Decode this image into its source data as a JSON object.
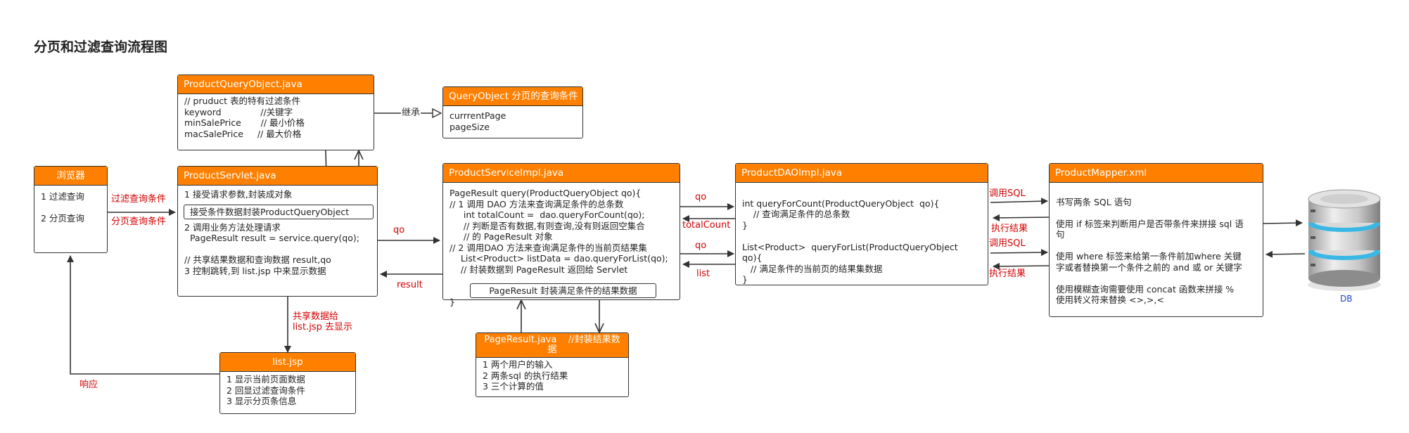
{
  "title": "分页和过滤查询流程图",
  "boxes": {
    "browser": {
      "header": "浏览器",
      "body": "1 过滤查询\n\n2 分页查询"
    },
    "pqo": {
      "header": "ProductQueryObject.java",
      "body": "// pruduct 表的特有过滤条件\nkeyword              //关键字\nminSalePrice       // 最小价格\nmacSalePrice     // 最大价格"
    },
    "qo": {
      "header": "QueryObject 分页的查询条件",
      "body": "currrentPage\npageSize"
    },
    "servlet": {
      "header": "ProductServlet.java",
      "body": "1 接受请求参数,封装成对象\n\n\n2 调用业务方法处理请求\n  PageResult result = service.query(qo);\n\n// 共享结果数据和查询数据 result,qo\n3 控制跳转,到 list.jsp 中来显示数据",
      "inner": "接受条件数据封装ProductQueryObject"
    },
    "service": {
      "header": "ProductServiceImpl.java",
      "body": "PageResult query(ProductQueryObject qo){\n// 1 调用 DAO 方法来查询满足条件的总条数\n     int totalCount =  dao.queryForCount(qo);\n     // 判断是否有数据,有则查询,没有则返回空集合\n     // 的 PageResult 对象\n// 2 调用DAO 方法来查询满足条件的当前页结果集\n    List<Product> listData = dao.queryForList(qo);\n    // 封装数据到 PageResult 返回给 Servlet\n\n\n}",
      "inner": "PageResult 封装满足条件的结果数据"
    },
    "pageresult": {
      "header": "PageResult.java    //封装结果数\n据",
      "body": "1 两个用户的输入\n2 两条sql 的执行结果\n3 三个计算的值"
    },
    "dao": {
      "header": "ProductDAOImpl.java",
      "body": "\nint queryForCount(ProductQueryObject  qo){\n    // 查询满足条件的总条数\n}\n\nList<Product>  queryForList(ProductQueryObject\nqo){\n   // 满足条件的当前页的结果集数据\n}"
    },
    "mapper": {
      "header": "ProductMapper.xml",
      "body": "\n书写两条 SQL 语句\n\n使用 if 标签来判断用户是否带条件来拼接 sql 语\n句\n\n使用 where 标签来给第一条件前加where 关键\n字或者替换第一个条件之前的 and 或 or 关键字\n\n使用模糊查询需要使用 concat 函数来拼接 %\n使用转义符来替换 <>,>,<"
    },
    "listjsp": {
      "header": "list.jsp",
      "body": "1 显示当前页面数据\n2 回显过滤查询条件\n3 显示分页条信息"
    }
  },
  "edge_labels": {
    "filter": "过滤查询条件",
    "paging": "分页查询条件",
    "inherit": "继承",
    "qo": "qo",
    "result": "result",
    "share": "共享数据给\nlist.jsp 去显示",
    "respond": "响应",
    "qo_count": "qo",
    "total_count": "totalCount",
    "qo_list": "qo",
    "list": "list",
    "call_sql_1": "调用SQL",
    "exec_result_1": "执行结果",
    "call_sql_2": "调用SQL",
    "exec_result_2": "执行结果"
  },
  "db_label": "DB",
  "colors": {
    "header": "#ff8000",
    "edge_label": "#d40000",
    "db_label": "#1a3fd6",
    "db_ring": "#39b8e6"
  }
}
